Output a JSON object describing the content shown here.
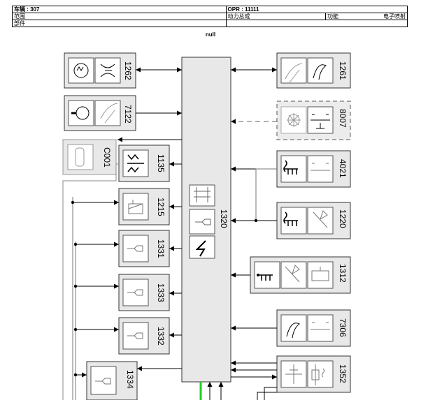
{
  "header": {
    "vehicle_label": "车辆 : 307",
    "opr_label": "OPR : 11111",
    "range_label": "范围",
    "range_value": "动力总成",
    "function_label": "功能",
    "function_value": "电子喷射",
    "parts_label": "部件",
    "parts_value": ""
  },
  "null_text": "null",
  "components": {
    "c1262": "1262",
    "c7122": "7122",
    "c_c001": "C001",
    "c1135": "1135",
    "c1215": "1215",
    "c1331": "1331",
    "c1333": "1333",
    "c1332": "1332",
    "c1334": "1334",
    "c1320": "1320",
    "c1261": "1261",
    "c8007": "8007",
    "c4021": "4021",
    "c1220": "1220",
    "c1312": "1312",
    "c7306": "7306",
    "c1352": "1352"
  },
  "colors": {
    "box_fill": "#e8e8e8",
    "green_wire": "#22cc22"
  }
}
